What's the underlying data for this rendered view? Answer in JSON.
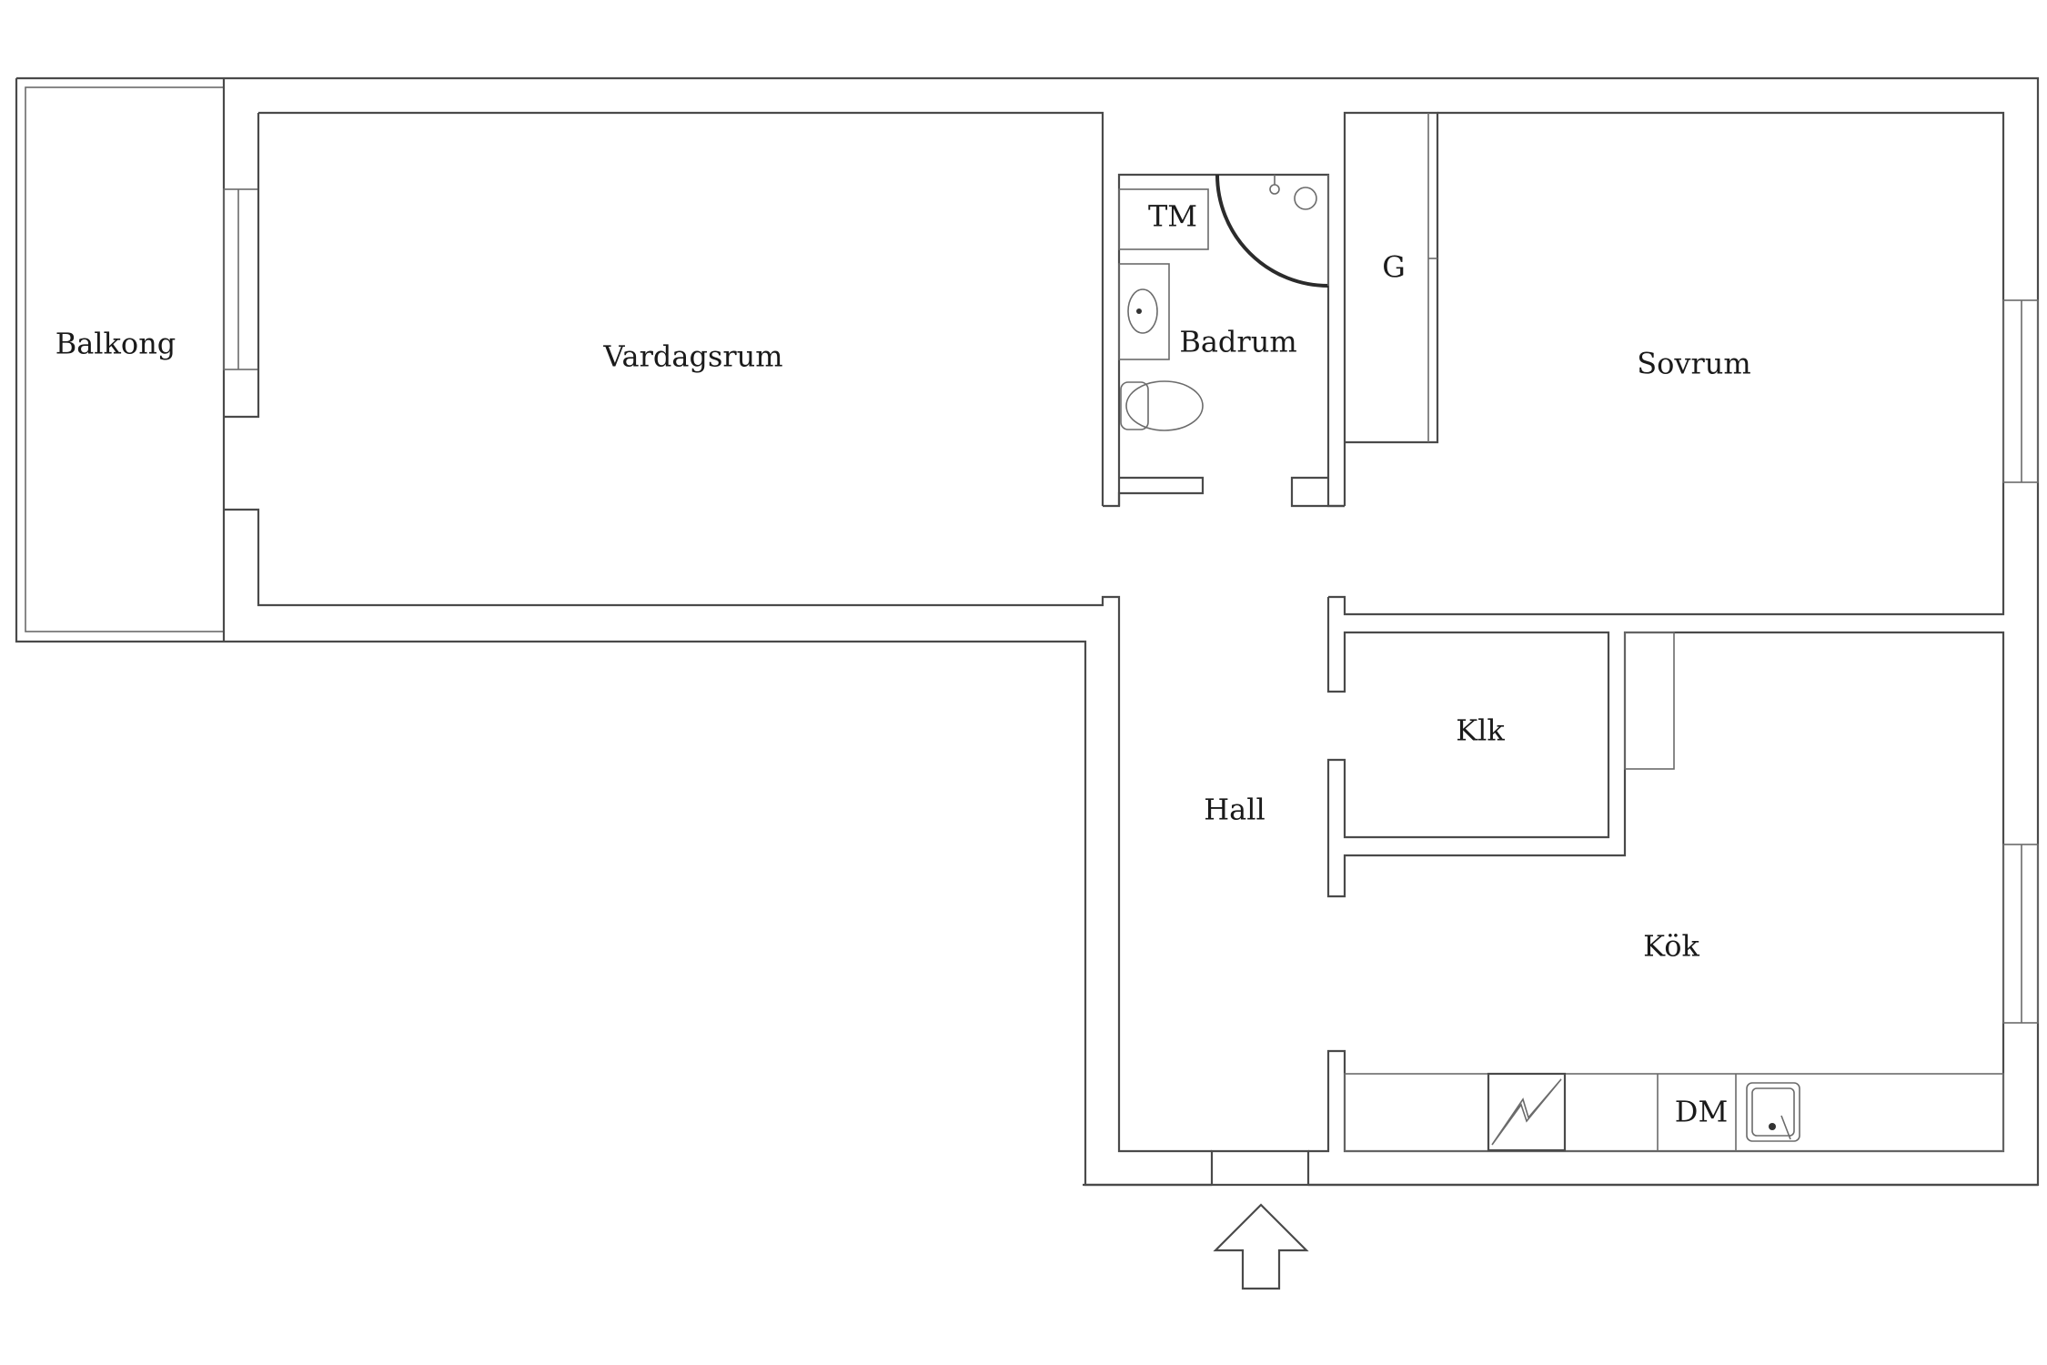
{
  "rooms": {
    "balkong": "Balkong",
    "vardagsrum": "Vardagsrum",
    "badrum": "Badrum",
    "sovrum": "Sovrum",
    "hall": "Hall",
    "klk": "Klk",
    "kok": "Kök",
    "g": "G"
  },
  "fixtures": {
    "tm": "TM",
    "dm": "DM"
  },
  "icons": {
    "entrance": "entrance-arrow-icon",
    "toilet": "toilet-icon",
    "sink": "washbasin-icon",
    "shower": "shower-icon",
    "stove": "stove-icon",
    "kitchen_sink": "kitchen-sink-icon"
  }
}
